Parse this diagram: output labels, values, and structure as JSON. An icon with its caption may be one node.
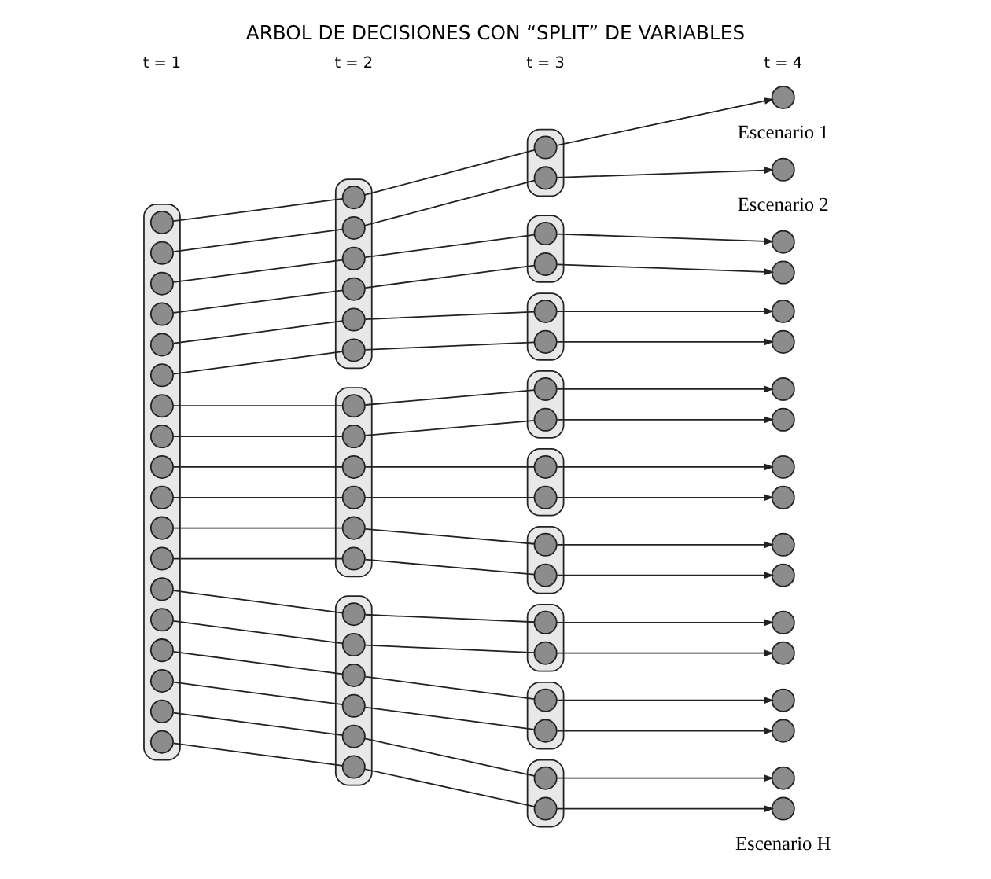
{
  "diagram": {
    "title": "ARBOL DE DECISIONES CON “SPLIT” DE VARIABLES",
    "nodes": [
      {
        "text": [],
        "shape": "box"
      },
      {
        "text": [],
        "shape": "circle",
        "in": 0
      },
      {
        "text": [],
        "shape": "circle",
        "in": 0
      },
      {
        "text": [],
        "shape": "circle",
        "in": 0
      },
      {
        "text": [],
        "shape": "circle",
        "in": 0
      },
      {
        "text": [],
        "shape": "circle",
        "in": 0
      },
      {
        "text": [],
        "shape": "circle",
        "in": 0
      },
      {
        "text": [],
        "shape": "circle",
        "in": 0
      },
      {
        "text": [],
        "shape": "circle",
        "in": 0
      },
      {
        "text": [],
        "shape": "circle",
        "in": 0
      },
      {
        "text": [],
        "shape": "circle",
        "in": 0
      },
      {
        "text": [],
        "shape": "circle",
        "in": 0
      },
      {
        "text": [],
        "shape": "circle",
        "in": 0
      },
      {
        "text": [],
        "shape": "circle",
        "in": 0
      },
      {
        "text": [],
        "shape": "circle",
        "in": 0
      },
      {
        "text": [],
        "shape": "circle",
        "in": 0
      },
      {
        "text": [],
        "shape": "circle",
        "in": 0
      },
      {
        "text": [],
        "shape": "circle",
        "in": 0
      },
      {
        "text": [],
        "shape": "circle",
        "in": 0
      },
      {
        "text": [],
        "shape": "box"
      },
      {
        "text": [],
        "shape": "circle",
        "in": 19
      },
      {
        "text": [],
        "shape": "circle",
        "in": 19
      },
      {
        "text": [],
        "shape": "circle",
        "in": 19
      },
      {
        "text": [],
        "shape": "circle",
        "in": 19
      },
      {
        "text": [],
        "shape": "circle",
        "in": 19
      },
      {
        "text": [],
        "shape": "circle",
        "in": 19
      },
      {
        "text": [],
        "shape": "box"
      },
      {
        "text": [],
        "shape": "circle",
        "in": 26
      },
      {
        "text": [],
        "shape": "circle",
        "in": 26
      },
      {
        "text": [],
        "shape": "circle",
        "in": 26
      },
      {
        "text": [],
        "shape": "circle",
        "in": 26
      },
      {
        "text": [],
        "shape": "circle",
        "in": 26
      },
      {
        "text": [],
        "shape": "circle",
        "in": 26
      },
      {
        "text": [],
        "shape": "box"
      },
      {
        "text": [],
        "shape": "circle",
        "in": 33
      },
      {
        "text": [],
        "shape": "circle",
        "in": 33
      },
      {
        "text": [],
        "shape": "circle",
        "in": 33
      },
      {
        "text": [],
        "shape": "circle",
        "in": 33
      },
      {
        "text": [],
        "shape": "circle",
        "in": 33
      },
      {
        "text": [],
        "shape": "circle",
        "in": 33
      },
      {
        "text": [],
        "shape": "box"
      },
      {
        "text": [],
        "shape": "circle",
        "in": 40
      },
      {
        "text": [],
        "shape": "circle",
        "in": 40
      },
      {
        "text": [],
        "shape": "box"
      },
      {
        "text": [],
        "shape": "circle",
        "in": 43
      },
      {
        "text": [],
        "shape": "circle",
        "in": 43
      },
      {
        "text": [],
        "shape": "box"
      },
      {
        "text": [],
        "shape": "circle",
        "in": 46
      },
      {
        "text": [],
        "shape": "circle",
        "in": 46
      },
      {
        "text": [],
        "shape": "box"
      },
      {
        "text": [],
        "shape": "circle",
        "in": 49
      },
      {
        "text": [],
        "shape": "circle",
        "in": 49
      },
      {
        "text": [],
        "shape": "box"
      },
      {
        "text": [],
        "shape": "circle",
        "in": 52
      },
      {
        "text": [],
        "shape": "circle",
        "in": 52
      },
      {
        "text": [],
        "shape": "box"
      },
      {
        "text": [],
        "shape": "circle",
        "in": 55
      },
      {
        "text": [],
        "shape": "circle",
        "in": 55
      },
      {
        "text": [],
        "shape": "box"
      },
      {
        "text": [],
        "shape": "circle",
        "in": 58
      },
      {
        "text": [],
        "shape": "circle",
        "in": 58
      },
      {
        "text": [],
        "shape": "box"
      },
      {
        "text": [],
        "shape": "circle",
        "in": 61
      },
      {
        "text": [],
        "shape": "circle",
        "in": 61
      },
      {
        "text": [],
        "shape": "box"
      },
      {
        "text": [],
        "shape": "circle",
        "in": 64
      },
      {
        "text": [],
        "shape": "circle",
        "in": 64
      },
      {
        "text": [],
        "shape": "circle",
        "beside": [
          "Escenario 1"
        ]
      },
      {
        "text": [],
        "shape": "circle",
        "beside": [
          "Escenario 2"
        ]
      },
      {
        "text": [],
        "shape": "circle"
      },
      {
        "text": [],
        "shape": "circle"
      },
      {
        "text": [],
        "shape": "circle"
      },
      {
        "text": [],
        "shape": "circle"
      },
      {
        "text": [],
        "shape": "circle"
      },
      {
        "text": [],
        "shape": "circle"
      },
      {
        "text": [],
        "shape": "circle"
      },
      {
        "text": [],
        "shape": "circle"
      },
      {
        "text": [],
        "shape": "circle"
      },
      {
        "text": [],
        "shape": "circle"
      },
      {
        "text": [],
        "shape": "circle"
      },
      {
        "text": [],
        "shape": "circle"
      },
      {
        "text": [],
        "shape": "circle"
      },
      {
        "text": [],
        "shape": "circle"
      },
      {
        "text": [],
        "shape": "circle"
      },
      {
        "text": [],
        "shape": "circle",
        "beside": [
          "Escenario H"
        ]
      }
    ],
    "edges": [
      {
        "from": 1,
        "to": 20,
        "arrow": "none"
      },
      {
        "from": 20,
        "to": 41,
        "arrow": "none"
      },
      {
        "from": 41,
        "to": 67,
        "arrow": "to"
      },
      {
        "from": 2,
        "to": 21,
        "arrow": "none"
      },
      {
        "from": 21,
        "to": 42,
        "arrow": "none"
      },
      {
        "from": 42,
        "to": 68,
        "arrow": "to"
      },
      {
        "from": 3,
        "to": 22,
        "arrow": "none"
      },
      {
        "from": 22,
        "to": 44,
        "arrow": "none"
      },
      {
        "from": 44,
        "to": 69,
        "arrow": "to"
      },
      {
        "from": 4,
        "to": 23,
        "arrow": "none"
      },
      {
        "from": 23,
        "to": 45,
        "arrow": "none"
      },
      {
        "from": 45,
        "to": 70,
        "arrow": "to"
      },
      {
        "from": 5,
        "to": 24,
        "arrow": "none"
      },
      {
        "from": 24,
        "to": 47,
        "arrow": "none"
      },
      {
        "from": 47,
        "to": 71,
        "arrow": "to"
      },
      {
        "from": 6,
        "to": 25,
        "arrow": "none"
      },
      {
        "from": 25,
        "to": 48,
        "arrow": "none"
      },
      {
        "from": 48,
        "to": 72,
        "arrow": "to"
      },
      {
        "from": 7,
        "to": 27,
        "arrow": "none"
      },
      {
        "from": 27,
        "to": 50,
        "arrow": "none"
      },
      {
        "from": 50,
        "to": 73,
        "arrow": "to"
      },
      {
        "from": 8,
        "to": 28,
        "arrow": "none"
      },
      {
        "from": 28,
        "to": 51,
        "arrow": "none"
      },
      {
        "from": 51,
        "to": 74,
        "arrow": "to"
      },
      {
        "from": 9,
        "to": 29,
        "arrow": "none"
      },
      {
        "from": 29,
        "to": 53,
        "arrow": "none"
      },
      {
        "from": 53,
        "to": 75,
        "arrow": "to"
      },
      {
        "from": 10,
        "to": 30,
        "arrow": "none"
      },
      {
        "from": 30,
        "to": 54,
        "arrow": "none"
      },
      {
        "from": 54,
        "to": 76,
        "arrow": "to"
      },
      {
        "from": 11,
        "to": 31,
        "arrow": "none"
      },
      {
        "from": 31,
        "to": 56,
        "arrow": "none"
      },
      {
        "from": 56,
        "to": 77,
        "arrow": "to"
      },
      {
        "from": 12,
        "to": 32,
        "arrow": "none"
      },
      {
        "from": 32,
        "to": 57,
        "arrow": "none"
      },
      {
        "from": 57,
        "to": 78,
        "arrow": "to"
      },
      {
        "from": 13,
        "to": 34,
        "arrow": "none"
      },
      {
        "from": 34,
        "to": 59,
        "arrow": "none"
      },
      {
        "from": 59,
        "to": 79,
        "arrow": "to"
      },
      {
        "from": 14,
        "to": 35,
        "arrow": "none"
      },
      {
        "from": 35,
        "to": 60,
        "arrow": "none"
      },
      {
        "from": 60,
        "to": 80,
        "arrow": "to"
      },
      {
        "from": 15,
        "to": 36,
        "arrow": "none"
      },
      {
        "from": 36,
        "to": 62,
        "arrow": "none"
      },
      {
        "from": 62,
        "to": 81,
        "arrow": "to"
      },
      {
        "from": 16,
        "to": 37,
        "arrow": "none"
      },
      {
        "from": 37,
        "to": 63,
        "arrow": "none"
      },
      {
        "from": 63,
        "to": 82,
        "arrow": "to"
      },
      {
        "from": 17,
        "to": 38,
        "arrow": "none"
      },
      {
        "from": 38,
        "to": 65,
        "arrow": "none"
      },
      {
        "from": 65,
        "to": 83,
        "arrow": "to"
      },
      {
        "from": 18,
        "to": 39,
        "arrow": "none"
      },
      {
        "from": 39,
        "to": 66,
        "arrow": "none"
      },
      {
        "from": 66,
        "to": 84,
        "arrow": "to"
      }
    ],
    "labels": [
      "t = 1",
      "t = 2",
      "t = 3",
      "t = 4"
    ]
  }
}
